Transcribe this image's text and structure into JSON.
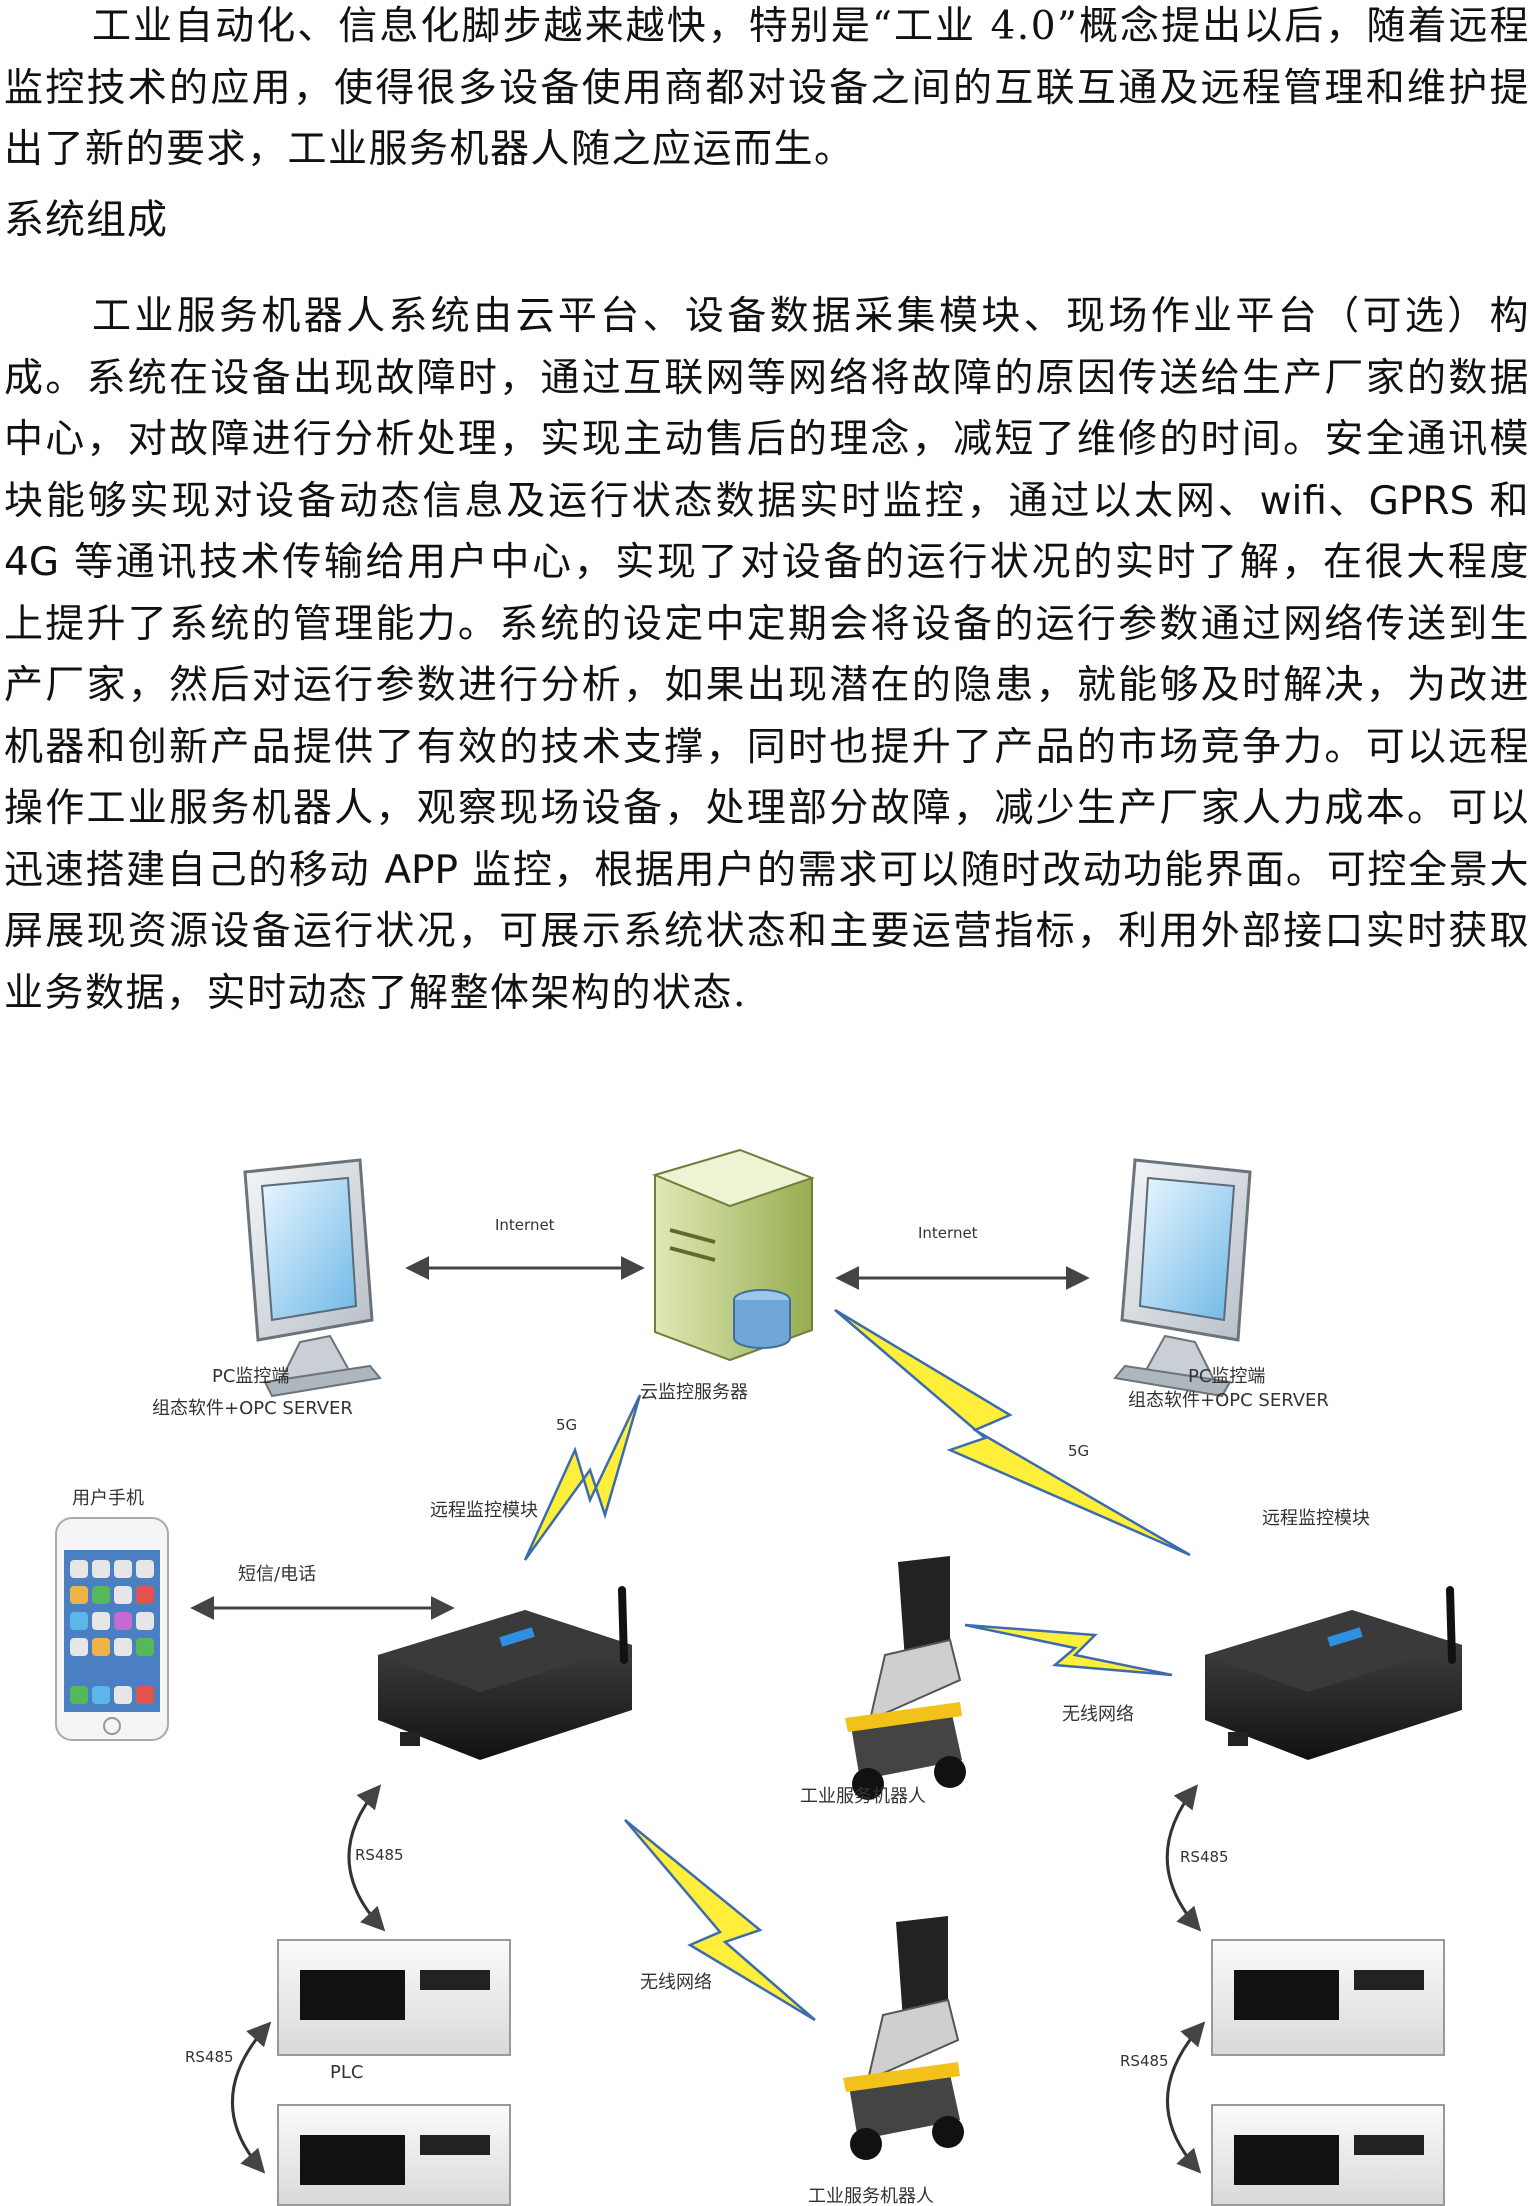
{
  "intro_paragraph": "工业自动化、信息化脚步越来越快，特别是“工业 4.0”概念提出以后，随着远程监控技术的应用，使得很多设备使用商都对设备之间的互联互通及远程管理和维护提出了新的要求，工业服务机器人随之应运而生。",
  "section_heading": "系统组成",
  "body_paragraph": {
    "part1": "工业服务机器人系统由云平台、设备数据采集模块、现场作业平台（可选）构成。系统在设备出现故障时，通过互联网等网络将故障的原因传送给生产厂家的数据中心，对故障进行分析处理，实现主动售后的理念，减短了维修的时间。安全通讯模块能够实现对设备动态信息及运行状态数据实时监控，通过以太网、",
    "latin1": "wifi、GPRS",
    "part2": " 和 ",
    "latin2": "4G",
    "part3": " 等通讯技术传输给用户中心，实现了对设备的运行状况的实时了解，在很大程度上提升了系统的管理能力。系统的设定中定期会将设备的运行参数通过网络传送到生产厂家，然后对运行参数进行分析，如果出现潜在的隐患，就能够及时解决，为改进机器和创新产品提供了有效的技术支撑，同时也提升了产品的市场竞争力。可以远程操作工业服务机器人，观察现场设备，处理部分故障，减少生产厂家人力成本。可以迅速搭建自己的移动 ",
    "latin3": "APP",
    "part4": " 监控，根据用户的需求可以随时改动功能界面。可控全景大屏展现资源设备运行状况，可展示系统状态和主要运营指标，利用外部接口实时获取业务数据，实时动态了解整体架构的状态."
  },
  "diagram": {
    "internet_left": "Internet",
    "internet_right": "Internet",
    "pc_left_title": "PC监控端",
    "pc_left_sub": "组态软件+OPC SERVER",
    "server_label": "云监控服务器",
    "pc_right_title": "PC监控端",
    "pc_right_sub": "组态软件+OPC SERVER",
    "label_5g_left": "5G",
    "label_5g_right": "5G",
    "phone_label": "用户手机",
    "module_left_label": "远程监控模块",
    "module_right_label": "远程监控模块",
    "sms_label": "短信/电话",
    "wireless_top": "无线网络",
    "robot_top_label": "工业服务机器人",
    "rs485_left_top": "RS485",
    "rs485_right_top": "RS485",
    "wireless_bottom": "无线网络",
    "rs485_left_bottom": "RS485",
    "rs485_right_bottom": "RS485",
    "plc_label": "PLC",
    "robot_bottom_label": "工业服务机器人"
  }
}
